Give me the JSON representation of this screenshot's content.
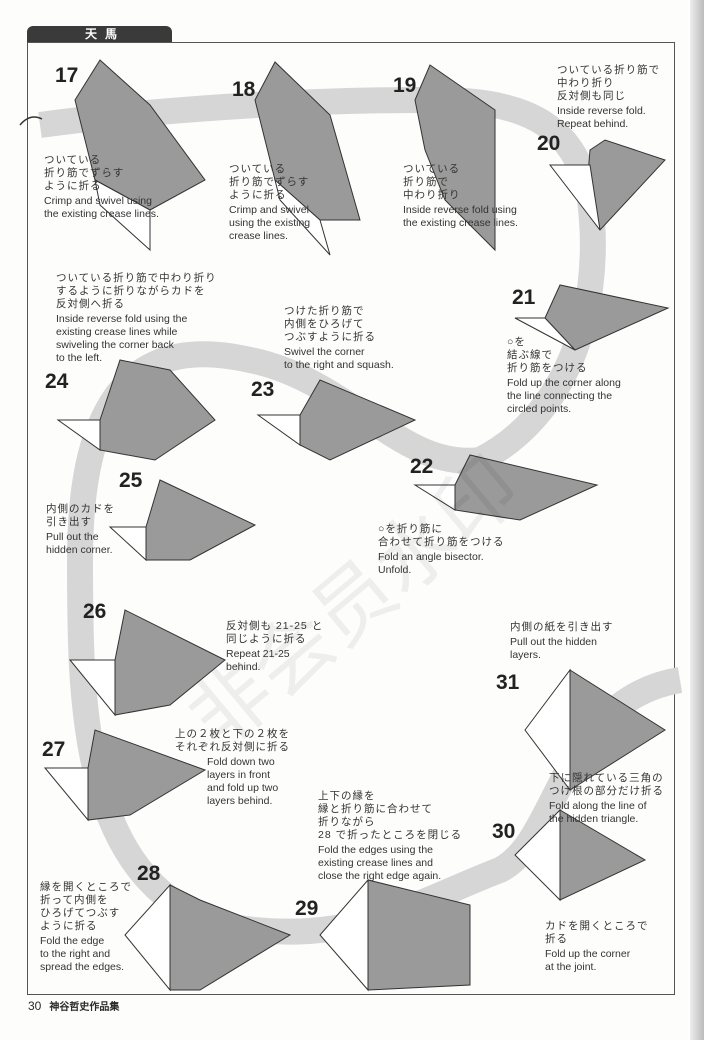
{
  "header": {
    "section_tab": "天馬"
  },
  "watermark": "非会员水印",
  "steps": [
    {
      "n": "17",
      "jp": "ついている\n折り筋でずらす\nように折る",
      "en": "Crimp and swivel using\nthe existing crease lines."
    },
    {
      "n": "18",
      "jp": "ついている\n折り筋でずらす\nように折る",
      "en": "Crimp and swivel\nusing the existing\ncrease lines."
    },
    {
      "n": "19",
      "jp": "ついている\n折り筋で\n中わり折り",
      "en": "Inside reverse fold using\nthe existing crease lines."
    },
    {
      "n": "20",
      "jp": "ついている折り筋で\n中わり折り\n反対側も同じ",
      "en": "Inside reverse fold.\nRepeat behind."
    },
    {
      "n": "21",
      "jp": "○を\n結ぶ線で\n折り筋をつける",
      "en": "Fold up the corner along\nthe line connecting the\ncircled points."
    },
    {
      "n": "22",
      "jp": "○を折り筋に\n合わせて折り筋をつける",
      "en": "Fold an angle bisector.\nUnfold."
    },
    {
      "n": "23",
      "jp": "つけた折り筋で\n内側をひろげて\nつぶすように折る",
      "en": "Swivel the corner\nto the right and squash."
    },
    {
      "n": "24",
      "jp": "ついている折り筋で中わり折り\nするように折りながらカドを\n反対側へ折る",
      "en": "Inside reverse fold using the\nexisting crease lines while\nswiveling the corner back\nto the left."
    },
    {
      "n": "25",
      "jp": "内側のカドを\n引き出す",
      "en": "Pull out the\nhidden corner."
    },
    {
      "n": "26",
      "jp": "反対側も 21-25 と\n同じように折る",
      "en": "Repeat 21-25\nbehind."
    },
    {
      "n": "27",
      "jp": "上の２枚と下の２枚を\nそれぞれ反対側に折る",
      "en": "Fold down two\nlayers in front\nand fold up two\nlayers behind."
    },
    {
      "n": "28",
      "jp": "縁を開くところで\n折って内側を\nひろげてつぶす\nように折る",
      "en": "Fold the edge\nto the right and\nspread the edges."
    },
    {
      "n": "29",
      "jp": "上下の縁を\n縁と折り筋に合わせて\n折りながら\n28 で折ったところを閉じる",
      "en": "Fold the edges using the\nexisting crease lines and\nclose the right edge again."
    },
    {
      "n": "30",
      "jp": "カドを開くところで\n折る",
      "en": "Fold up the corner\nat the joint.",
      "jp2": "下に隠れている三角の\nつけ根の部分だけ折る",
      "en2": "Fold along the line of\nthe hidden triangle."
    },
    {
      "n": "31",
      "jp": "内側の紙を引き出す",
      "en": "Pull out the hidden\nlayers."
    }
  ],
  "footer": {
    "page_number": "30",
    "book_title": "神谷哲史作品集"
  }
}
